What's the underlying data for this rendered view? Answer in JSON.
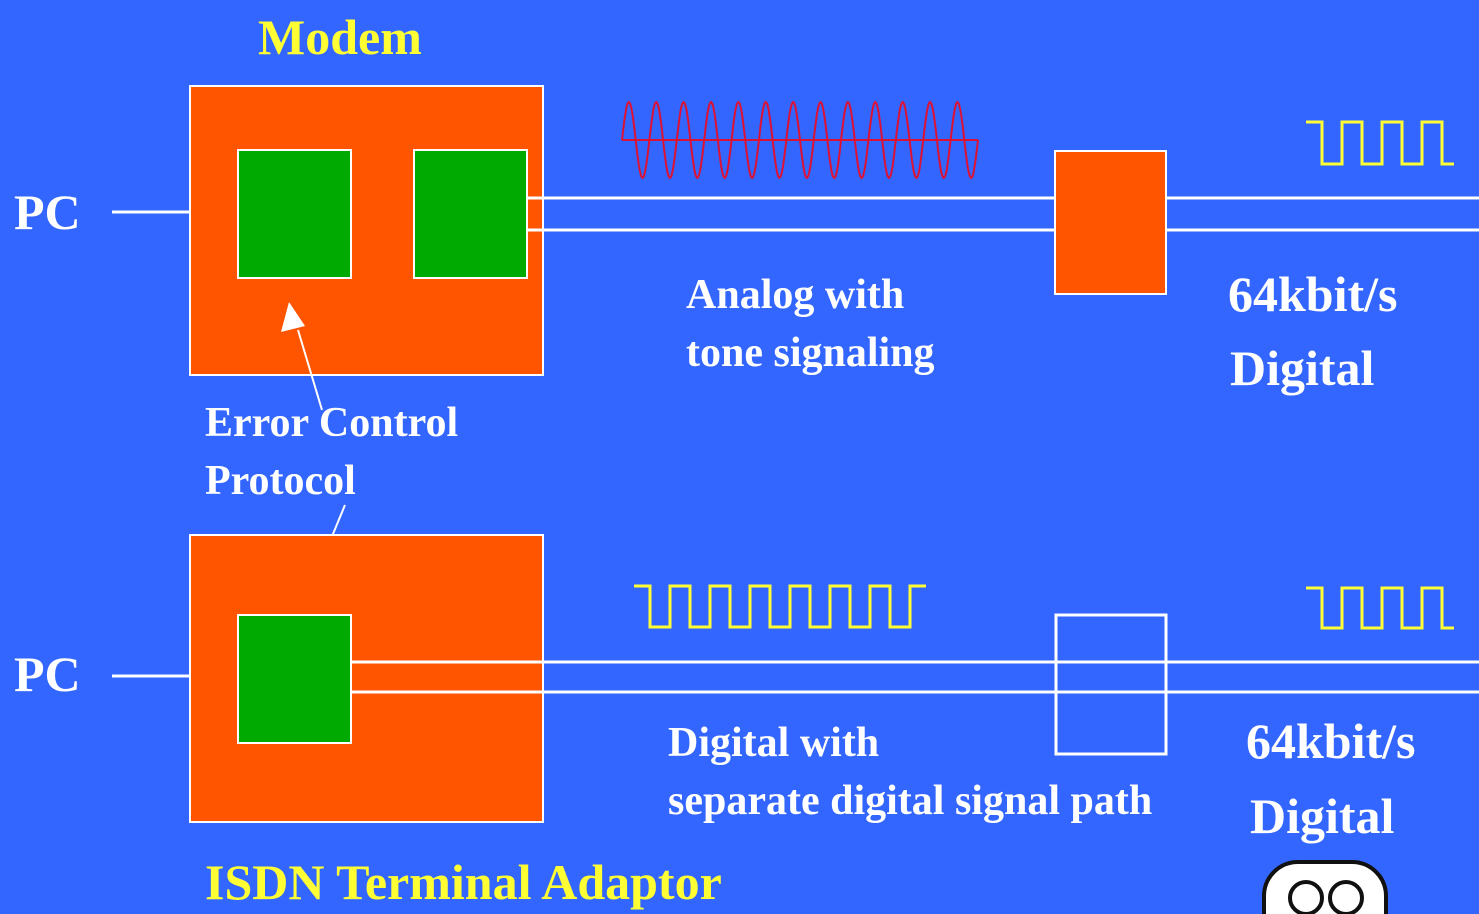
{
  "colors": {
    "background": "#3366ff",
    "device_fill": "#ff5500",
    "component_fill": "#00aa00",
    "line": "#ffffff",
    "analog_wave": "#dd1133",
    "digital_wave": "#ffff33",
    "title_text": "#ffff33",
    "label_text": "#ffffff"
  },
  "top": {
    "title": "Modem",
    "pc_label": "PC",
    "link_caption_line1": "Analog with",
    "link_caption_line2": "tone signaling",
    "rate_line1": "64kbit/s",
    "rate_line2": "Digital"
  },
  "middle": {
    "protocol_line1": "Error Control",
    "protocol_line2": "Protocol"
  },
  "bottom": {
    "title": "ISDN Terminal Adaptor",
    "pc_label": "PC",
    "link_caption_line1": "Digital with",
    "link_caption_line2": "separate digital signal path",
    "rate_line1": "64kbit/s",
    "rate_line2": "Digital"
  },
  "icons": {
    "analog_signal": "sine-wave-icon",
    "digital_signal": "square-wave-icon",
    "corner_logo": "face-logo-icon"
  }
}
